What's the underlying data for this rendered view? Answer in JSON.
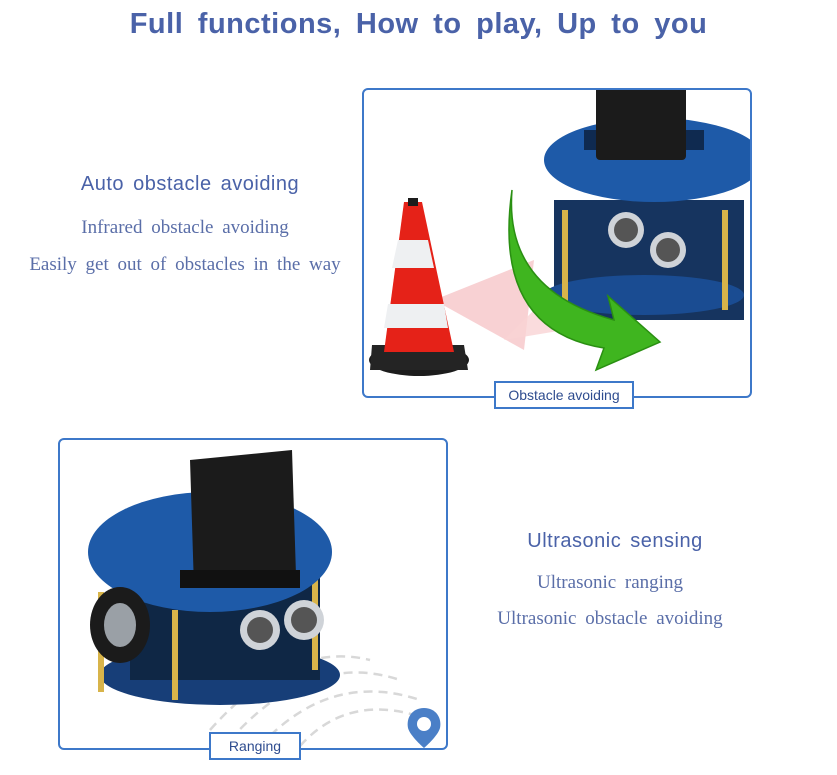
{
  "page": {
    "title": "Full functions, How to play, Up to you"
  },
  "features": [
    {
      "heading": "Auto obstacle avoiding",
      "lines": [
        "Infrared obstacle avoiding",
        "Easily get out of obstacles in the way"
      ],
      "caption": "Obstacle avoiding"
    },
    {
      "heading": "Ultrasonic sensing",
      "lines": [
        "Ultrasonic ranging",
        "Ultrasonic obstacle avoiding"
      ],
      "caption": "Ranging"
    }
  ],
  "icons": [
    "traffic-cone-icon",
    "green-arrow-icon",
    "location-pin-icon",
    "robot-car-image"
  ],
  "colors": {
    "title": "#4a62a8",
    "frame_border": "#3d78c9",
    "board_blue": "#1e5aa8",
    "arrow_green": "#3fb51f",
    "cone_red": "#e01818"
  }
}
